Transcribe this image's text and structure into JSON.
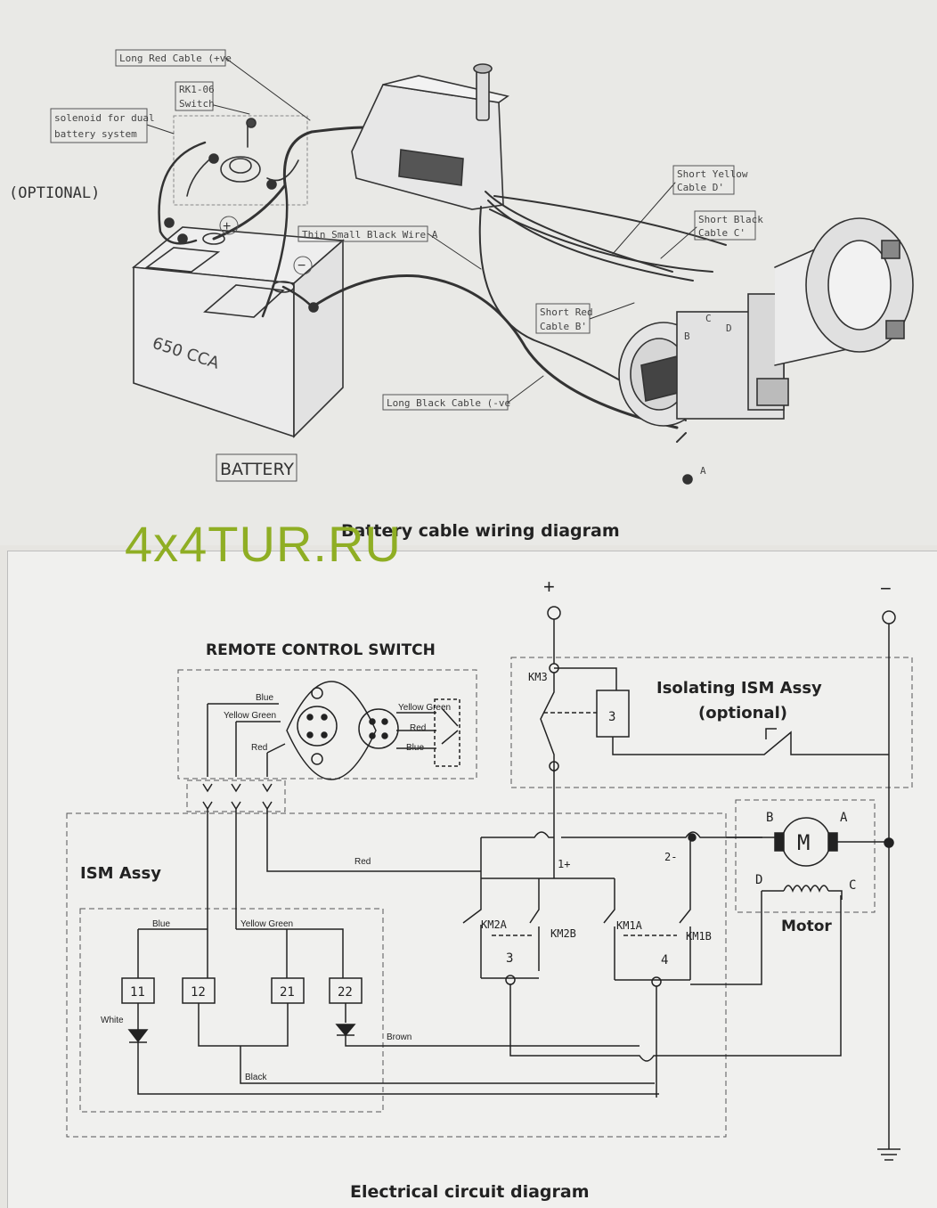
{
  "top": {
    "caption": "Battery cable wiring diagram",
    "labels": {
      "long_red": "Long Red Cable (+ve",
      "rk_switch_1": "RK1-06",
      "rk_switch_2": "Switch",
      "solenoid_1": "solenoid for dual",
      "solenoid_2": "battery system",
      "optional": "(OPTIONAL)",
      "thin_black": "Thin Small Black Wire A",
      "short_yellow_1": "Short Yellow",
      "short_yellow_2": "Cable D'",
      "short_black_1": "Short Black",
      "short_black_2": "Cable C'",
      "short_red_1": "Short Red",
      "short_red_2": "Cable B'",
      "long_black": "Long Black Cable (-ve",
      "battery_rating": "650 CCA",
      "battery": "BATTERY",
      "plus": "+",
      "minus": "−",
      "term_b": "B",
      "term_c": "C",
      "term_d": "D",
      "term_a": "A"
    }
  },
  "watermark": "4x4TUR.RU",
  "bottom": {
    "caption": "Electrical circuit diagram",
    "remote_title": "REMOTE CONTROL SWITCH",
    "isolating_1": "Isolating ISM Assy",
    "isolating_2": "(optional)",
    "ism_assy": "ISM Assy",
    "motor": "Motor",
    "plus": "+",
    "minus": "−",
    "wires": {
      "blue": "Blue",
      "yellow_green": "Yellow Green",
      "red": "Red",
      "yellow_green_plug": "Yellow Green",
      "red_plug": "Red",
      "blue_plug": "Blue",
      "red_main": "Red",
      "blue_inner": "Blue",
      "yellow_green_inner": "Yellow Green",
      "white": "White",
      "brown": "Brown",
      "black": "Black"
    },
    "contacts": {
      "km3": "KM3",
      "km2a": "KM2A",
      "km2b": "KM2B",
      "km1a": "KM1A",
      "km1b": "KM1B",
      "coil3_iso": "3",
      "node3": "3",
      "node4": "4",
      "node1": "1+",
      "node2": "2-"
    },
    "terminals": [
      "11",
      "12",
      "21",
      "22"
    ],
    "motor_terms": {
      "b": "B",
      "a": "A",
      "d": "D",
      "c": "C",
      "m": "M"
    }
  }
}
